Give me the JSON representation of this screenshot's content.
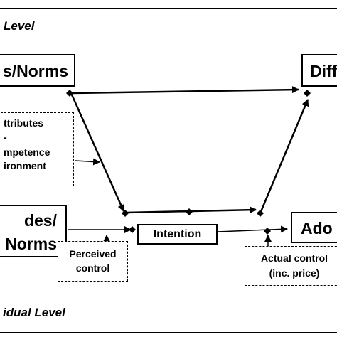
{
  "levels": {
    "top": "Level",
    "bottom": "idual Level"
  },
  "boxes": {
    "social_norms": "s/Norms",
    "diffusion": "Diff",
    "attributes": [
      "ttributes",
      "-",
      "mpetence",
      "ironment"
    ],
    "attitudes_norms": [
      "des/",
      "Norms"
    ],
    "intention": "Intention",
    "adoption": "Ado",
    "perceived_control": [
      "Perceived",
      "control"
    ],
    "actual_control": [
      "Actual control",
      "(inc. price)"
    ]
  }
}
